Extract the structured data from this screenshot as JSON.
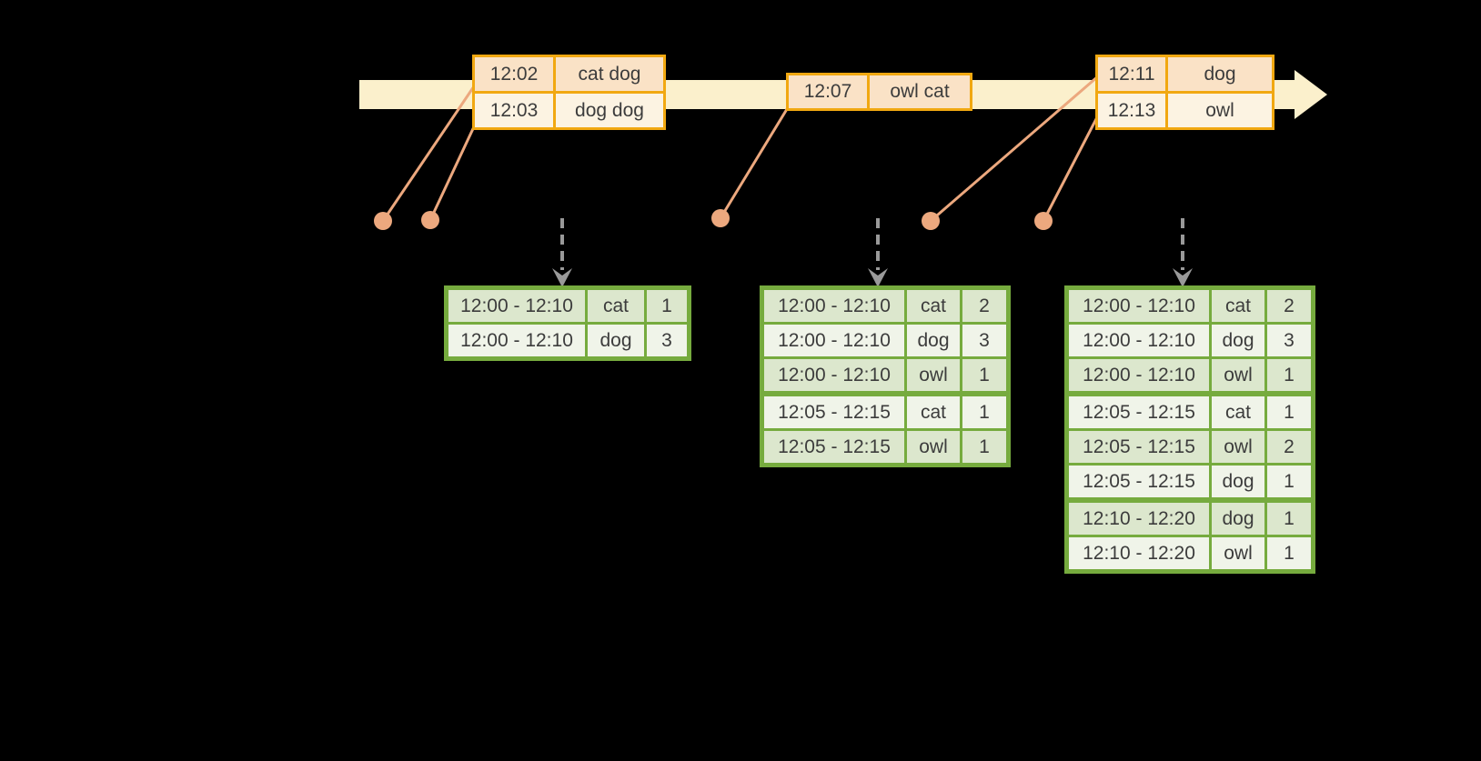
{
  "palette": {
    "background": "#000000",
    "timeline_fill": "#FBF0CC",
    "event_table_border": "#F1A811",
    "event_row_peach_bg": "#FAE2C6",
    "event_row_cream_bg": "#FCF3E2",
    "connector_salmon": "#ECA87E",
    "result_table_border": "#76AB3E",
    "result_row_dark_bg": "#DCE7CD",
    "result_row_light_bg": "#F0F4E9",
    "trigger_arrow_gray": "#999999",
    "text": "#3C3C3C"
  },
  "icons": {
    "timeline_arrowhead": "right-arrow",
    "event_dot": "filled-circle",
    "trigger_arrow": "dashed-down-arrow"
  },
  "timeline": {
    "events": [
      {
        "rows": [
          {
            "time": "12:02",
            "words": "cat dog"
          },
          {
            "time": "12:03",
            "words": "dog dog"
          }
        ]
      },
      {
        "rows": [
          {
            "time": "12:07",
            "words": "owl cat"
          }
        ]
      },
      {
        "rows": [
          {
            "time": "12:11",
            "words": "dog"
          },
          {
            "time": "12:13",
            "words": "owl"
          }
        ]
      }
    ]
  },
  "results": [
    {
      "rows": [
        [
          "12:00 - 12:10",
          "cat",
          "1"
        ],
        [
          "12:00 - 12:10",
          "dog",
          "3"
        ]
      ]
    },
    {
      "rows": [
        [
          "12:00 - 12:10",
          "cat",
          "2"
        ],
        [
          "12:00 - 12:10",
          "dog",
          "3"
        ],
        [
          "12:00 - 12:10",
          "owl",
          "1"
        ],
        [
          "12:05 - 12:15",
          "cat",
          "1"
        ],
        [
          "12:05 - 12:15",
          "owl",
          "1"
        ]
      ]
    },
    {
      "rows": [
        [
          "12:00 - 12:10",
          "cat",
          "2"
        ],
        [
          "12:00 - 12:10",
          "dog",
          "3"
        ],
        [
          "12:00 - 12:10",
          "owl",
          "1"
        ],
        [
          "12:05 - 12:15",
          "cat",
          "1"
        ],
        [
          "12:05 - 12:15",
          "owl",
          "2"
        ],
        [
          "12:05 - 12:15",
          "dog",
          "1"
        ],
        [
          "12:10 - 12:20",
          "dog",
          "1"
        ],
        [
          "12:10 - 12:20",
          "owl",
          "1"
        ]
      ]
    }
  ]
}
